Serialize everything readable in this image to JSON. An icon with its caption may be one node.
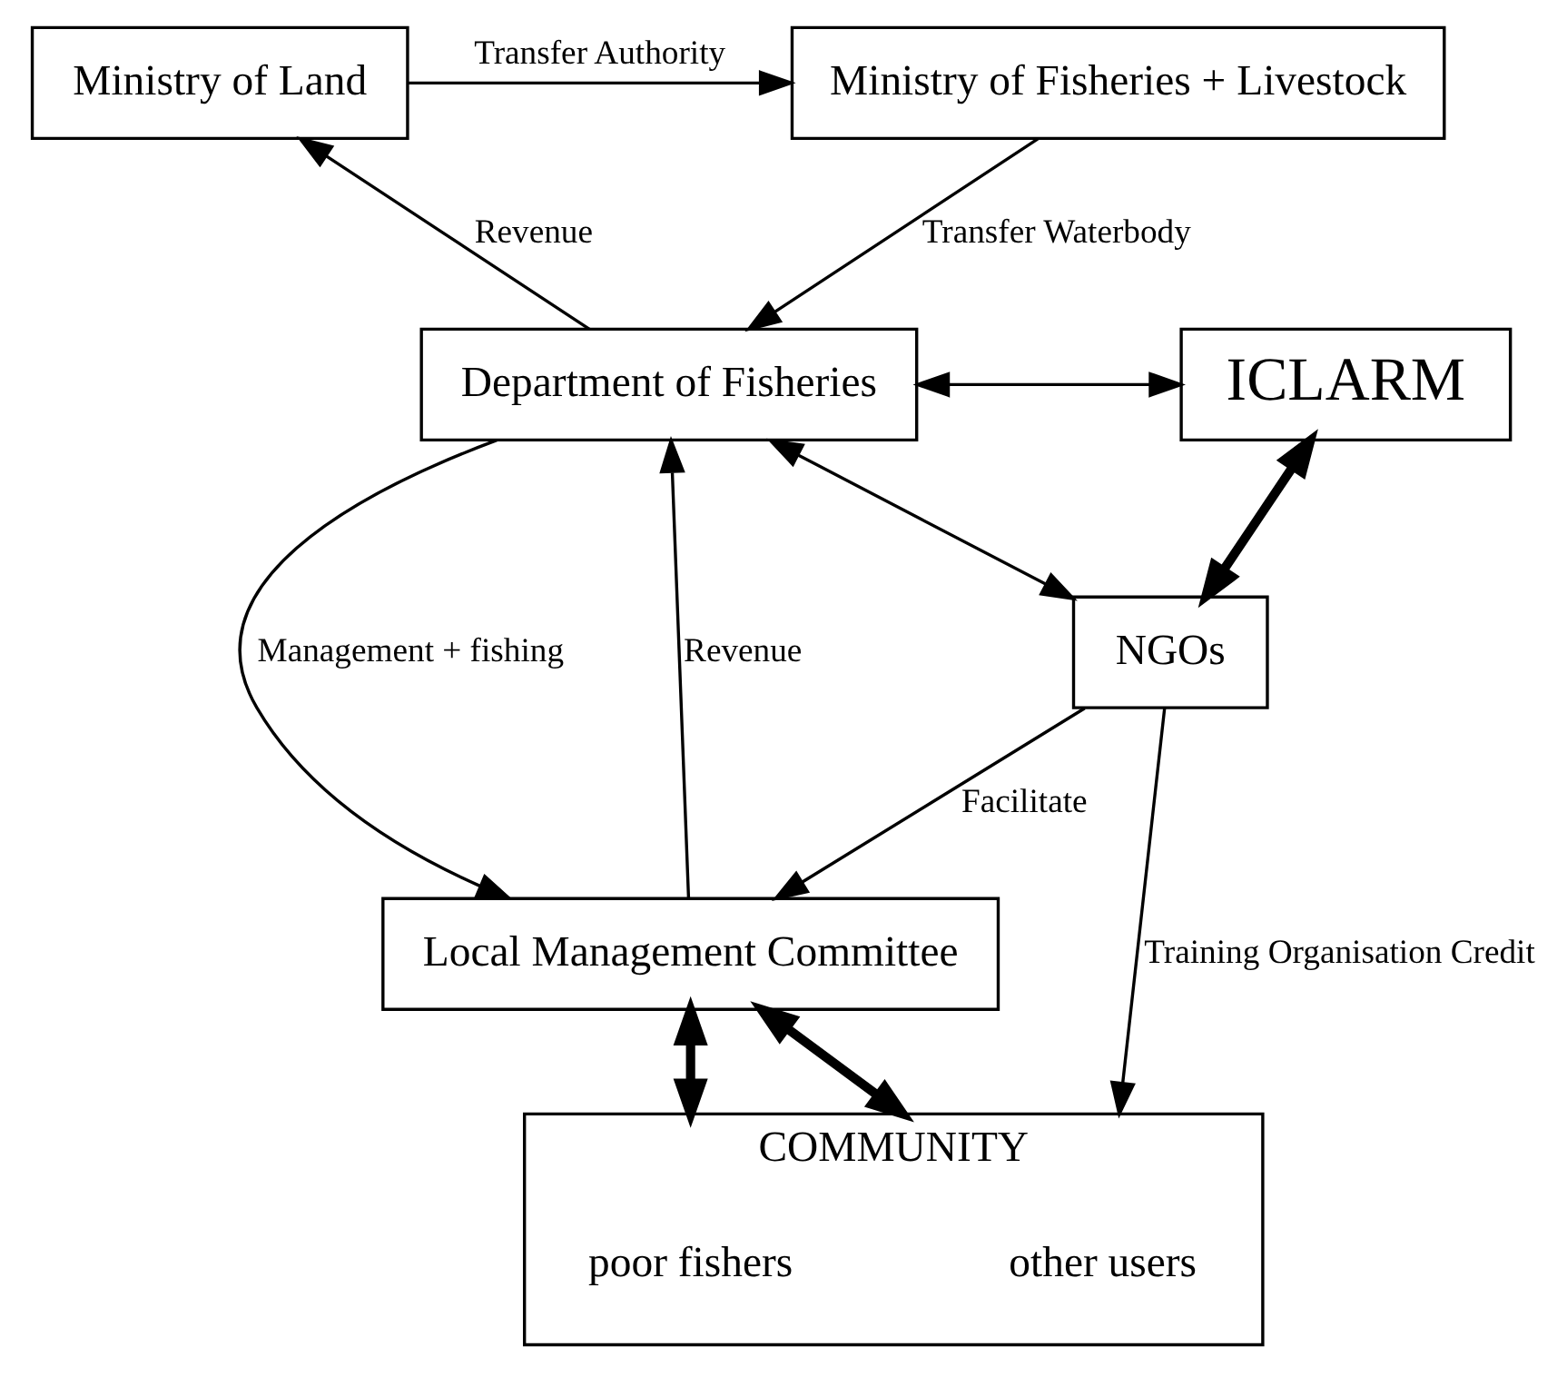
{
  "diagram": {
    "nodes": [
      {
        "text": [
          "Ministry of Land"
        ]
      },
      {
        "text": [
          "Ministry of Fisheries + Livestock"
        ]
      },
      {
        "text": [
          "Department of Fisheries"
        ]
      },
      {
        "text": [
          "ICLARM"
        ]
      },
      {
        "text": [
          "NGOs"
        ]
      },
      {
        "text": [
          "Local Management Committee"
        ]
      },
      {
        "text": [
          "COMMUNITY"
        ]
      },
      {
        "text": [
          "other users"
        ],
        "in": 6
      },
      {
        "text": [
          "poor fishers"
        ],
        "in": 6
      }
    ],
    "edges": [
      {
        "from": 0,
        "to": 1,
        "arrow": "to",
        "label": "Transfer Authority"
      },
      {
        "from": 2,
        "to": 0,
        "arrow": "to",
        "label": "Revenue"
      },
      {
        "from": 1,
        "to": 2,
        "arrow": "to",
        "label": "Transfer Waterbody"
      },
      {
        "from": 2,
        "to": 3,
        "arrow": "both"
      },
      {
        "from": 3,
        "to": 4,
        "arrow": "both",
        "style": "thick"
      },
      {
        "from": 2,
        "to": 4,
        "arrow": "both"
      },
      {
        "from": 2,
        "to": 5,
        "arrow": "to",
        "label": "Management + fishing"
      },
      {
        "from": 5,
        "to": 2,
        "arrow": "to",
        "label": "Revenue"
      },
      {
        "from": 4,
        "to": 5,
        "arrow": "to",
        "label": "Facilitate"
      },
      {
        "from": 4,
        "to": 6,
        "arrow": "to",
        "label": "Training Organisation Credit"
      },
      {
        "from": 5,
        "to": 6,
        "arrow": "both",
        "style": "thick"
      },
      {
        "from": 5,
        "to": 6,
        "arrow": "both",
        "style": "thick"
      }
    ]
  }
}
